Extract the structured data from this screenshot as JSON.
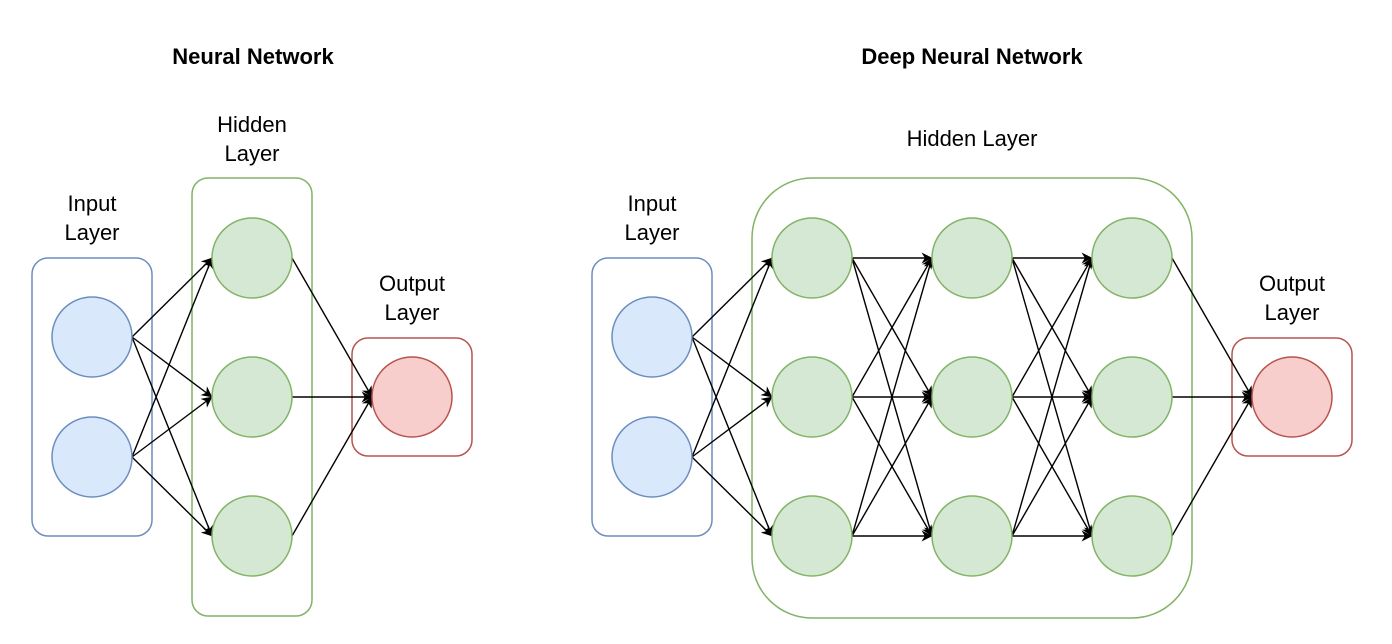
{
  "colors": {
    "input_fill": "#dae8fc",
    "input_stroke": "#6c8ebf",
    "hidden_fill": "#d5e8d4",
    "hidden_stroke": "#82b366",
    "output_fill": "#f8cecc",
    "output_stroke": "#b85450"
  },
  "left": {
    "title": "Neural Network",
    "input_label": [
      "Input",
      "Layer"
    ],
    "hidden_label": [
      "Hidden",
      "Layer"
    ],
    "output_label": [
      "Output",
      "Layer"
    ],
    "layers": [
      2,
      3,
      1
    ]
  },
  "right": {
    "title": "Deep Neural Network",
    "input_label": [
      "Input",
      "Layer"
    ],
    "hidden_label": [
      "Hidden Layer"
    ],
    "output_label": [
      "Output",
      "Layer"
    ],
    "layers": [
      2,
      3,
      3,
      3,
      1
    ]
  }
}
